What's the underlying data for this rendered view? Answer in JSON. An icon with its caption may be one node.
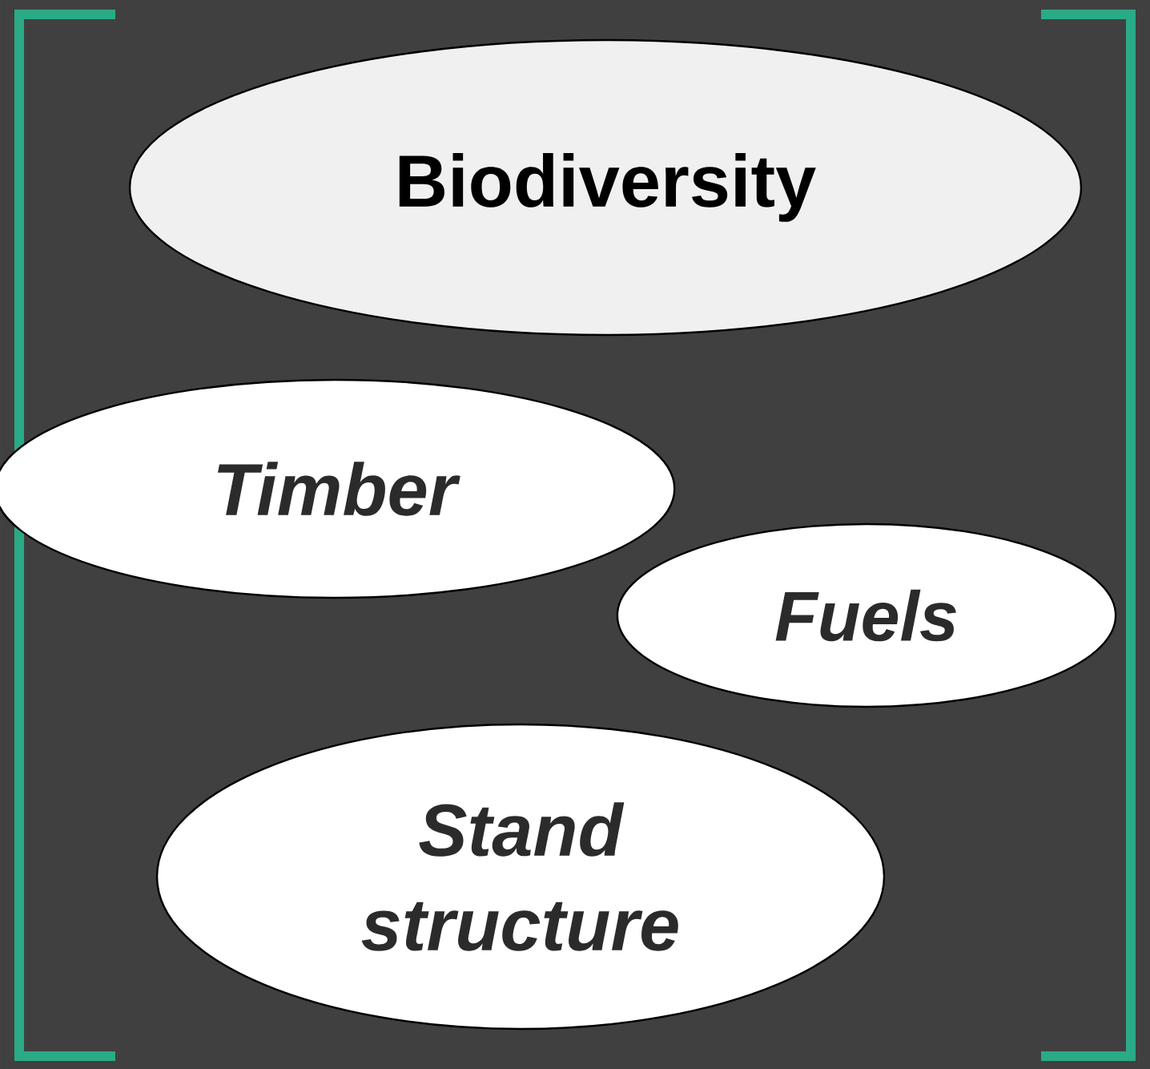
{
  "diagram": {
    "nodes": [
      {
        "text": [
          "Biodiversity"
        ]
      },
      {
        "text": [
          "Timber"
        ]
      },
      {
        "text": [
          "Fuels"
        ]
      },
      {
        "text": [
          "Stand structure"
        ]
      }
    ]
  }
}
